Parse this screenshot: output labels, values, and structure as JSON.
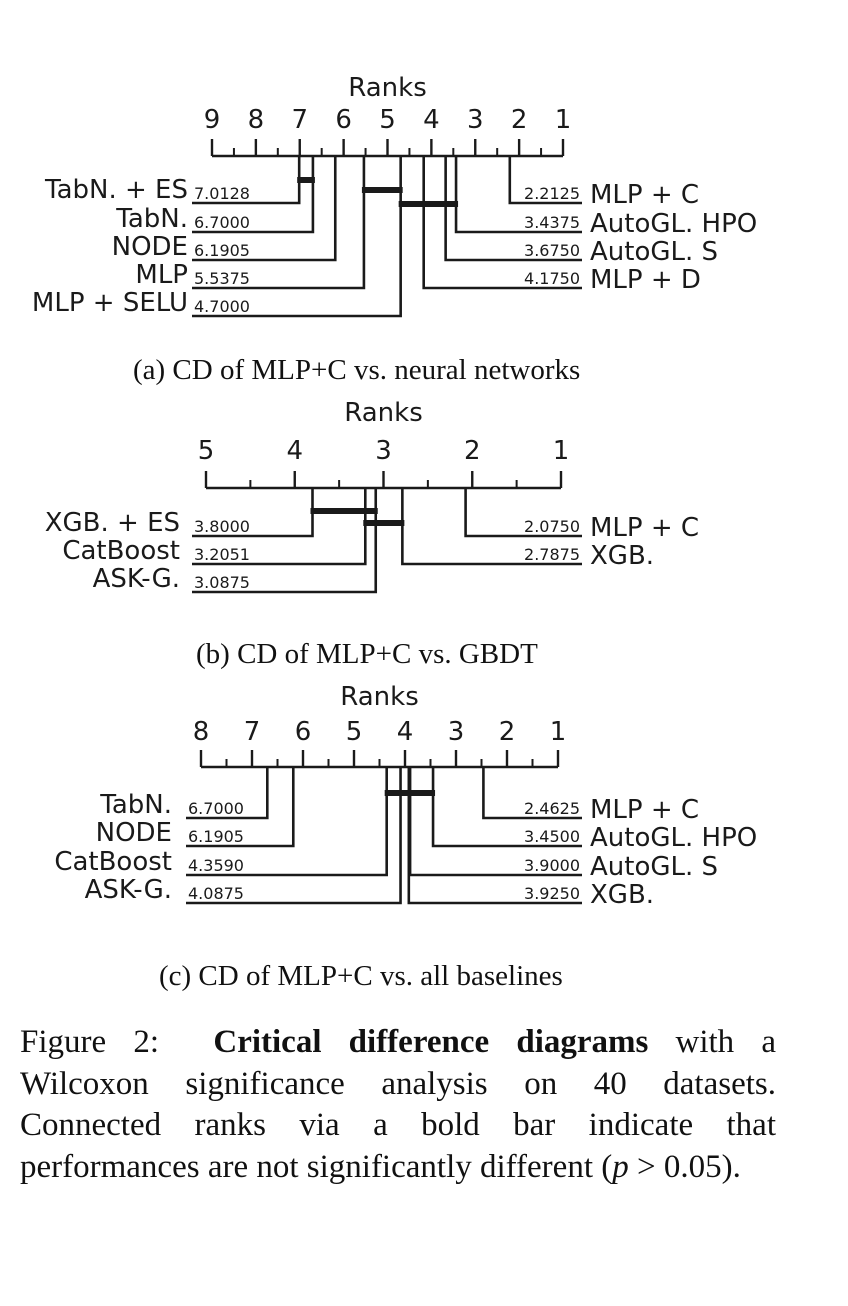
{
  "chart_data": [
    {
      "type": "critical-difference",
      "title": "Ranks",
      "caption": "(a) CD of MLP+C vs. neural networks",
      "axis": {
        "min": 1,
        "max": 9,
        "ticks": [
          "9",
          "8",
          "7",
          "6",
          "5",
          "4",
          "3",
          "2",
          "1"
        ]
      },
      "left_methods": [
        {
          "name": "TabN. + ES",
          "rank": 7.0128,
          "rank_label": "7.0128"
        },
        {
          "name": "TabN.",
          "rank": 6.7,
          "rank_label": "6.7000"
        },
        {
          "name": "NODE",
          "rank": 6.1905,
          "rank_label": "6.1905"
        },
        {
          "name": "MLP",
          "rank": 5.5375,
          "rank_label": "5.5375"
        },
        {
          "name": "MLP + SELU",
          "rank": 4.7,
          "rank_label": "4.7000"
        }
      ],
      "right_methods": [
        {
          "name": "MLP + C",
          "rank": 2.2125,
          "rank_label": "2.2125"
        },
        {
          "name": "AutoGL. HPO",
          "rank": 3.4375,
          "rank_label": "3.4375"
        },
        {
          "name": "AutoGL. S",
          "rank": 3.675,
          "rank_label": "3.6750"
        },
        {
          "name": "MLP + D",
          "rank": 4.175,
          "rank_label": "4.1750"
        }
      ],
      "cliques": [
        [
          7.0128,
          6.7
        ],
        [
          5.5375,
          4.7
        ],
        [
          4.7,
          3.4375
        ]
      ]
    },
    {
      "type": "critical-difference",
      "title": "Ranks",
      "caption": "(b) CD of MLP+C vs. GBDT",
      "axis": {
        "min": 1,
        "max": 5,
        "ticks": [
          "5",
          "4",
          "3",
          "2",
          "1"
        ]
      },
      "left_methods": [
        {
          "name": "XGB. + ES",
          "rank": 3.8,
          "rank_label": "3.8000"
        },
        {
          "name": "CatBoost",
          "rank": 3.2051,
          "rank_label": "3.2051"
        },
        {
          "name": "ASK-G.",
          "rank": 3.0875,
          "rank_label": "3.0875"
        }
      ],
      "right_methods": [
        {
          "name": "MLP + C",
          "rank": 2.075,
          "rank_label": "2.0750"
        },
        {
          "name": "XGB.",
          "rank": 2.7875,
          "rank_label": "2.7875"
        }
      ],
      "cliques": [
        [
          3.8,
          3.0875
        ],
        [
          3.2051,
          2.7875
        ]
      ]
    },
    {
      "type": "critical-difference",
      "title": "Ranks",
      "caption": "(c) CD of MLP+C vs. all baselines",
      "axis": {
        "min": 1,
        "max": 8,
        "ticks": [
          "8",
          "7",
          "6",
          "5",
          "4",
          "3",
          "2",
          "1"
        ]
      },
      "left_methods": [
        {
          "name": "TabN.",
          "rank": 6.7,
          "rank_label": "6.7000"
        },
        {
          "name": "NODE",
          "rank": 6.1905,
          "rank_label": "6.1905"
        },
        {
          "name": "CatBoost",
          "rank": 4.359,
          "rank_label": "4.3590"
        },
        {
          "name": "ASK-G.",
          "rank": 4.0875,
          "rank_label": "4.0875"
        }
      ],
      "right_methods": [
        {
          "name": "MLP + C",
          "rank": 2.4625,
          "rank_label": "2.4625"
        },
        {
          "name": "AutoGL. HPO",
          "rank": 3.45,
          "rank_label": "3.4500"
        },
        {
          "name": "AutoGL. S",
          "rank": 3.9,
          "rank_label": "3.9000"
        },
        {
          "name": "XGB.",
          "rank": 3.925,
          "rank_label": "3.9250"
        }
      ],
      "cliques": [
        [
          4.359,
          3.45
        ]
      ]
    }
  ],
  "figure_caption": {
    "label": "Figure 2:",
    "bold": "Critical difference diagrams",
    "text_1": " with a Wilcoxon significance analysis on 40 datasets. Connected ranks via a bold bar indicate that performances are not significantly different (",
    "math": "p",
    "text_2": " > 0.05)."
  }
}
